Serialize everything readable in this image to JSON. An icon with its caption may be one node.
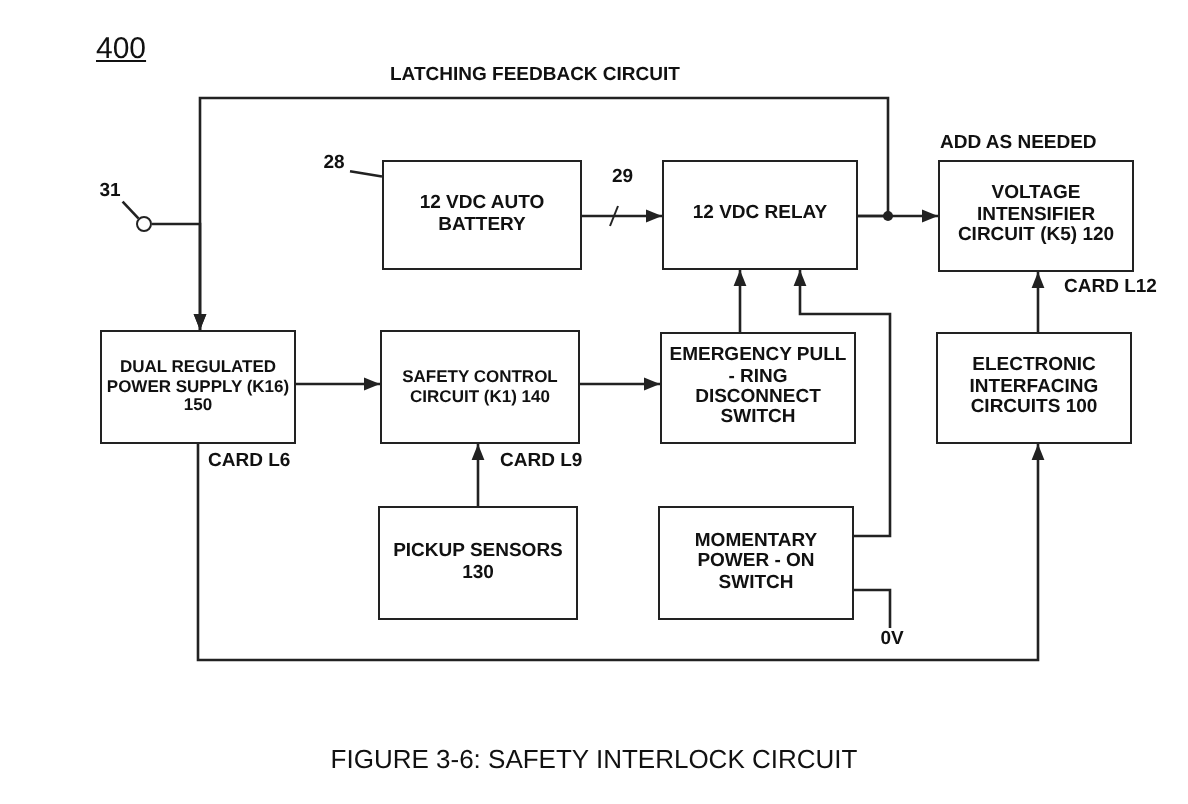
{
  "diagram": {
    "caption": "FIGURE 3-6: SAFETY INTERLOCK CIRCUIT",
    "nodes": [
      {
        "text": [],
        "shape": "circle"
      },
      {
        "text": [
          "12 VDC AUTO BATTERY"
        ]
      },
      {
        "text": [
          "12 VDC RELAY"
        ]
      },
      {
        "text": [
          "VOLTAGE INTENSIFIER CIRCUIT (K5) 120"
        ],
        "beside": [
          "ADD AS NEEDED",
          "CARD L12"
        ]
      },
      {
        "text": [
          "DUAL REGULATED POWER SUPPLY (K16) 150"
        ],
        "beside": [
          "CARD L6"
        ]
      },
      {
        "text": [
          "SAFETY CONTROL CIRCUIT (K1) 140"
        ],
        "beside": [
          "CARD L9"
        ]
      },
      {
        "text": [
          "EMERGENCY PULL - RING DISCONNECT SWITCH"
        ]
      },
      {
        "text": [
          "ELECTRONIC INTERFACING CIRCUITS 100"
        ]
      },
      {
        "text": [
          "PICKUP SENSORS 130"
        ]
      },
      {
        "text": [
          "MOMENTARY POWER - ON SWITCH"
        ]
      },
      {
        "text": [
          "0V"
        ]
      },
      {
        "text": [
          "31"
        ]
      },
      {
        "text": [
          "28"
        ]
      }
    ],
    "edges": [
      {
        "from": 0,
        "to": 4,
        "arrow": "to"
      },
      {
        "from": 2,
        "to": 4,
        "arrow": "to",
        "label": "LATCHING FEEDBACK CIRCUIT"
      },
      {
        "from": 2,
        "to": 3,
        "arrow": "to"
      },
      {
        "from": 1,
        "to": 2,
        "arrow": "to",
        "label": "29"
      },
      {
        "from": 4,
        "to": 5,
        "arrow": "to"
      },
      {
        "from": 5,
        "to": 6,
        "arrow": "to"
      },
      {
        "from": 6,
        "to": 2,
        "arrow": "to"
      },
      {
        "from": 9,
        "to": 2,
        "arrow": "to"
      },
      {
        "from": 9,
        "to": 10,
        "arrow": "none"
      },
      {
        "from": 8,
        "to": 5,
        "arrow": "to"
      },
      {
        "from": 4,
        "to": 7,
        "arrow": "to"
      },
      {
        "from": 7,
        "to": 3,
        "arrow": "to"
      },
      {
        "from": 11,
        "to": 0,
        "arrow": "none"
      },
      {
        "from": 12,
        "to": 1,
        "arrow": "none"
      }
    ],
    "labels": [
      "400"
    ]
  }
}
